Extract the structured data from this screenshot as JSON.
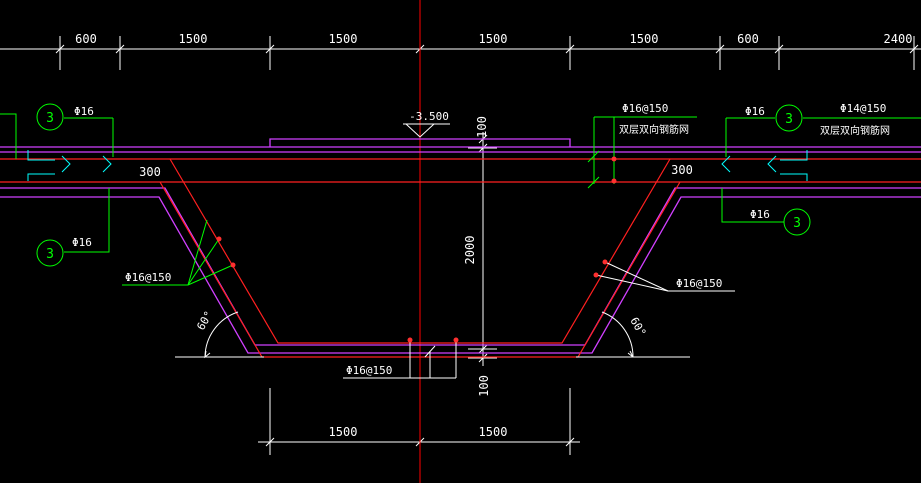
{
  "dimensions": {
    "top": [
      "600",
      "1500",
      "1500",
      "1500",
      "1500",
      "600",
      "2400"
    ],
    "bottom": [
      "1500",
      "1500"
    ],
    "vertical_top": "100",
    "vertical_mid": "2000",
    "vertical_bottom": "100",
    "cover_left": "300",
    "cover_right": "300"
  },
  "elevation": "-3.500",
  "angles": {
    "left": "60°",
    "right": "60°"
  },
  "callouts": {
    "left_upper": {
      "tag": "3",
      "bar": "Φ16"
    },
    "left_lower": {
      "tag": "3",
      "bar": "Φ16"
    },
    "left_slope": "Φ16@150",
    "bottom_slab": "Φ16@150",
    "right_slope": "Φ16@150",
    "right_mesh_a": {
      "bar": "Φ16@150",
      "note": "双层双向钢筋网"
    },
    "right_mesh_b": {
      "bar": "Φ14@150",
      "note": "双层双向钢筋网"
    },
    "right_upper": {
      "tag": "3",
      "bar": "Φ16"
    },
    "right_lower": {
      "tag": "3",
      "bar": "Φ16"
    }
  },
  "colors": {
    "background": "#000000",
    "dimension": "#ffffff",
    "axis": "#ff0000",
    "rebar": "#ff2020",
    "outline": "#d040ff",
    "leader": "#00ff00",
    "waterstop": "#00ffff",
    "point": "#ff3030"
  }
}
